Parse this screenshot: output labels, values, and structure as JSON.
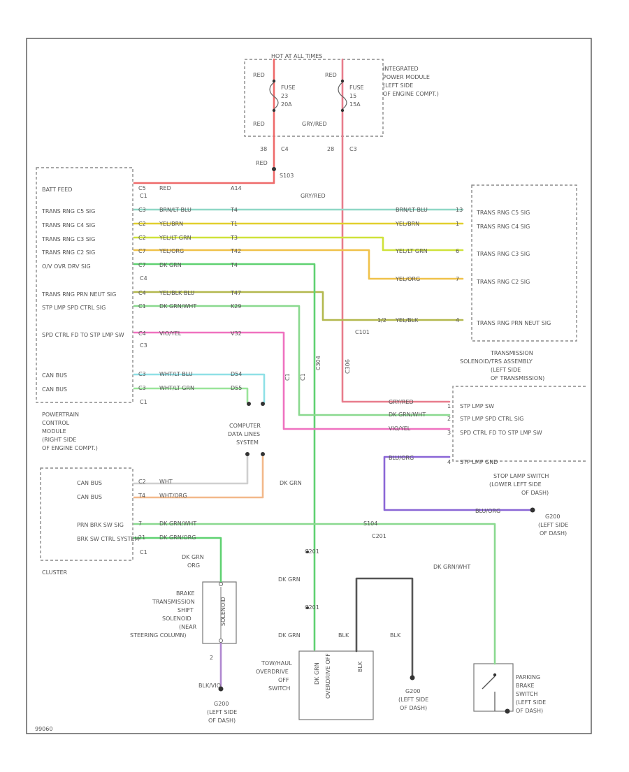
{
  "colors": {
    "red": "#ee6a6a",
    "gry_red": "#e87c8c",
    "brn_lt_blu": "#8fd7c6",
    "yel_brn": "#e2cf2e",
    "yel_lt_grn": "#cfe23a",
    "yel_org": "#f0c24a",
    "dk_grn": "#5fd171",
    "yel_blk": "#b3b84e",
    "dk_grn_wht": "#8ad98f",
    "vio_yel": "#ef72c0",
    "wht_lt_blu": "#8fe0e6",
    "wht_lt_grn": "#9ae49a",
    "wht": "#cfcfcf",
    "wht_org": "#f2b88a",
    "blu_org": "#8a66d6",
    "blk": "#555555",
    "blk_vio": "#b088d0"
  },
  "ipm": {
    "header": "HOT AT ALL TIMES",
    "name": [
      "INTEGRATED",
      "POWER MODULE",
      "(LEFT SIDE",
      "OF ENGINE COMPT.)"
    ],
    "left_wire_top": "RED",
    "right_wire_top": "RED",
    "fuse_left": [
      "FUSE",
      "23",
      "20A"
    ],
    "fuse_right": [
      "FUSE",
      "15",
      "15A"
    ],
    "left_wire_bottom": "RED",
    "right_wire_bottom": "GRY/RED",
    "pin_left": "38",
    "conn_left": "C4",
    "pin_right": "28",
    "conn_right": "C3",
    "splice_wire": "RED",
    "splice_name": "S103"
  },
  "pcm": {
    "pins": [
      {
        "label": "BATT FEED",
        "pin": "C5",
        "wire": "RED",
        "cav": "A14"
      },
      {
        "label": "TRANS RNG C5 SIG",
        "pin": "C3",
        "wire": "BRN/LT BLU",
        "cav": "T4"
      },
      {
        "label": "TRANS RNG C4 SIG",
        "pin": "C2",
        "wire": "YEL/BRN",
        "cav": "T1"
      },
      {
        "label": "TRANS RNG C3 SIG",
        "pin": "C2",
        "wire": "YEL/LT GRN",
        "cav": "T3"
      },
      {
        "label": "TRANS RNG C2 SIG",
        "pin": "C7",
        "wire": "YEL/ORG",
        "cav": "T42"
      },
      {
        "label": "O/V OVR DRV SIG",
        "pin": "C7",
        "wire": "DK GRN",
        "cav": "T4"
      },
      {
        "label": "TRANS RNG PRN NEUT SIG",
        "pin": "C4",
        "wire": "YEL/BLK BLU",
        "cav": "T47"
      },
      {
        "label": "STP LMP SPD CTRL SIG",
        "pin": "C1",
        "wire": "DK GRN/WHT",
        "cav": "K29"
      },
      {
        "label": "SPD CTRL FD TO STP LMP SW",
        "pin": "C4",
        "wire": "VIO/YEL",
        "cav": "V32"
      },
      {
        "label": "CAN BUS",
        "pin": "C3",
        "wire": "WHT/LT BLU",
        "cav": "D54"
      },
      {
        "label": "CAN BUS",
        "pin": "C3",
        "wire": "WHT/LT GRN",
        "cav": "D55"
      }
    ],
    "conn_c4": "C4",
    "conn_c3": "C3",
    "conn_c1": "C1",
    "conn_c1_top": "C1",
    "name": [
      "POWERTRAIN",
      "CONTROL",
      "MODULE",
      "(RIGHT SIDE",
      "OF ENGINE COMPT.)"
    ]
  },
  "trs": {
    "pins": [
      {
        "label": "TRANS RNG C5 SIG",
        "wire": "BRN/LT BLU",
        "pin": "13"
      },
      {
        "label": "TRANS RNG C4 SIG",
        "wire": "YEL/BRN",
        "pin": "1"
      },
      {
        "label": "TRANS RNG C3 SIG",
        "wire": "YEL/LT GRN",
        "pin": "6"
      },
      {
        "label": "TRANS RNG C2 SIG",
        "wire": "YEL/ORG",
        "pin": "7"
      },
      {
        "label": "TRANS RNG PRN NEUT SIG",
        "wire": "YEL/BLK",
        "pin": "4"
      }
    ],
    "wire_gry_red": "GRY/RED",
    "conn": "C101",
    "conn_pin": "1/2",
    "name": [
      "TRANSMISSION",
      "SOLENOID/TRS ASSEMBLY",
      "(LEFT SIDE",
      "OF TRANSMISSION)"
    ]
  },
  "stoplamp": {
    "pins": [
      {
        "label": "STP LMP SW",
        "wire": "GRY/RED",
        "pin": "1"
      },
      {
        "label": "STP LMP SPD CTRL SIG",
        "wire": "DK GRN/WHT",
        "pin": "2"
      },
      {
        "label": "SPD CTRL FD TO STP LMP SW",
        "wire": "VIO/YEL",
        "pin": "3"
      },
      {
        "label": "STP LMP GND",
        "wire": "BLU/ORG",
        "pin": "4"
      }
    ],
    "name": [
      "STOP LAMP SWITCH",
      "(LOWER LEFT SIDE",
      "OF DASH)"
    ],
    "ground_wire": "BLU/ORG",
    "ground_name": [
      "G200",
      "(LEFT SIDE",
      "OF DASH)"
    ]
  },
  "vert_labels": {
    "gry_red": "C306",
    "dk_grn": "C304",
    "dk_grn_wht": "C1",
    "vio_yel": "C1"
  },
  "star": {
    "name": [
      "COMPUTER",
      "DATA LINES",
      "SYSTEM"
    ]
  },
  "cluster": {
    "pins": [
      {
        "label": "CAN BUS",
        "pin": "C2",
        "wire": "WHT",
        "cav": ""
      },
      {
        "label": "CAN BUS",
        "pin": "T4",
        "wire": "WHT/ORG",
        "cav": ""
      },
      {
        "label": "PRN BRK SW SIG",
        "pin": "7",
        "wire": "DK GRN/WHT",
        "cav": "C1"
      },
      {
        "label": "BRK SW CTRL SYSTEM",
        "pin": "21",
        "wire": "DK GRN/ORG",
        "cav": "C1"
      }
    ],
    "name": "CLUSTER",
    "wire_dk_grn_mid": "DK GRN",
    "splice_label": "S104",
    "splice_conn": "C201",
    "splice_dk_grn_wht": "DK GRN/WHT",
    "conn_c1": "C1"
  },
  "solenoid": {
    "wire_top": [
      "DK GRN",
      "ORG"
    ],
    "body_text": "SOLENOID",
    "pin_bottom": "2",
    "name": [
      "BRAKE",
      "TRANSMISSION",
      "SHIFT",
      "SOLENOID",
      "(NEAR",
      "STEERING COLUMN)"
    ],
    "wire_bottom": "BLK/VIO",
    "ground_name": [
      "G200",
      "(LEFT SIDE",
      "OF DASH)"
    ]
  },
  "overdrive": {
    "conn_a": "C201",
    "conn_b": "C201",
    "wire_mid": "DK GRN",
    "wire_low": "DK GRN",
    "wire_blk": "BLK",
    "wire_blk2": "BLK",
    "body_pins": [
      "DK GRN",
      "BLK"
    ],
    "body_label": "OVERDRIVE OFF",
    "name": [
      "TOW/HAUL",
      "OVERDRIVE",
      "OFF",
      "SWITCH"
    ],
    "ground_name": [
      "G200",
      "(LEFT SIDE",
      "OF DASH)"
    ]
  },
  "parking": {
    "wire": "DK GRN/WHT",
    "name": [
      "PARKING",
      "BRAKE",
      "SWITCH",
      "(LEFT SIDE",
      "OF DASH)"
    ]
  },
  "footer": "99060"
}
